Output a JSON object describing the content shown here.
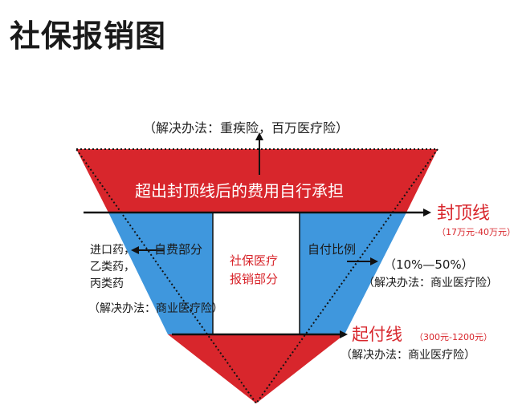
{
  "title": "社保报销图",
  "top_solution": "（解决办法：重疾险，百万医疗险）",
  "over_cap_text": "超出封顶线后的费用自行承担",
  "cap_line": {
    "label": "封顶线",
    "range": "（17万元-40万元）"
  },
  "self_pay_label": "自费部分",
  "insured_part": {
    "line1": "社保医疗",
    "line2": "报销部分"
  },
  "self_ratio_label": "自付比例",
  "drug_list": [
    "进口药，",
    "乙类药，",
    "丙类药"
  ],
  "left_solution": "（解决办法：商业医疗险）",
  "ratio_value": "（10%—50%）",
  "right_solution": "（解决办法：商业医疗险）",
  "start_line": {
    "label": "起付线",
    "range": "（300元-1200元）"
  },
  "bottom_solution": "（解决办法：商业医疗险）",
  "colors": {
    "red": "#d8262c",
    "blue": "#3f97dd",
    "white": "#ffffff",
    "arrow": "#111111"
  }
}
